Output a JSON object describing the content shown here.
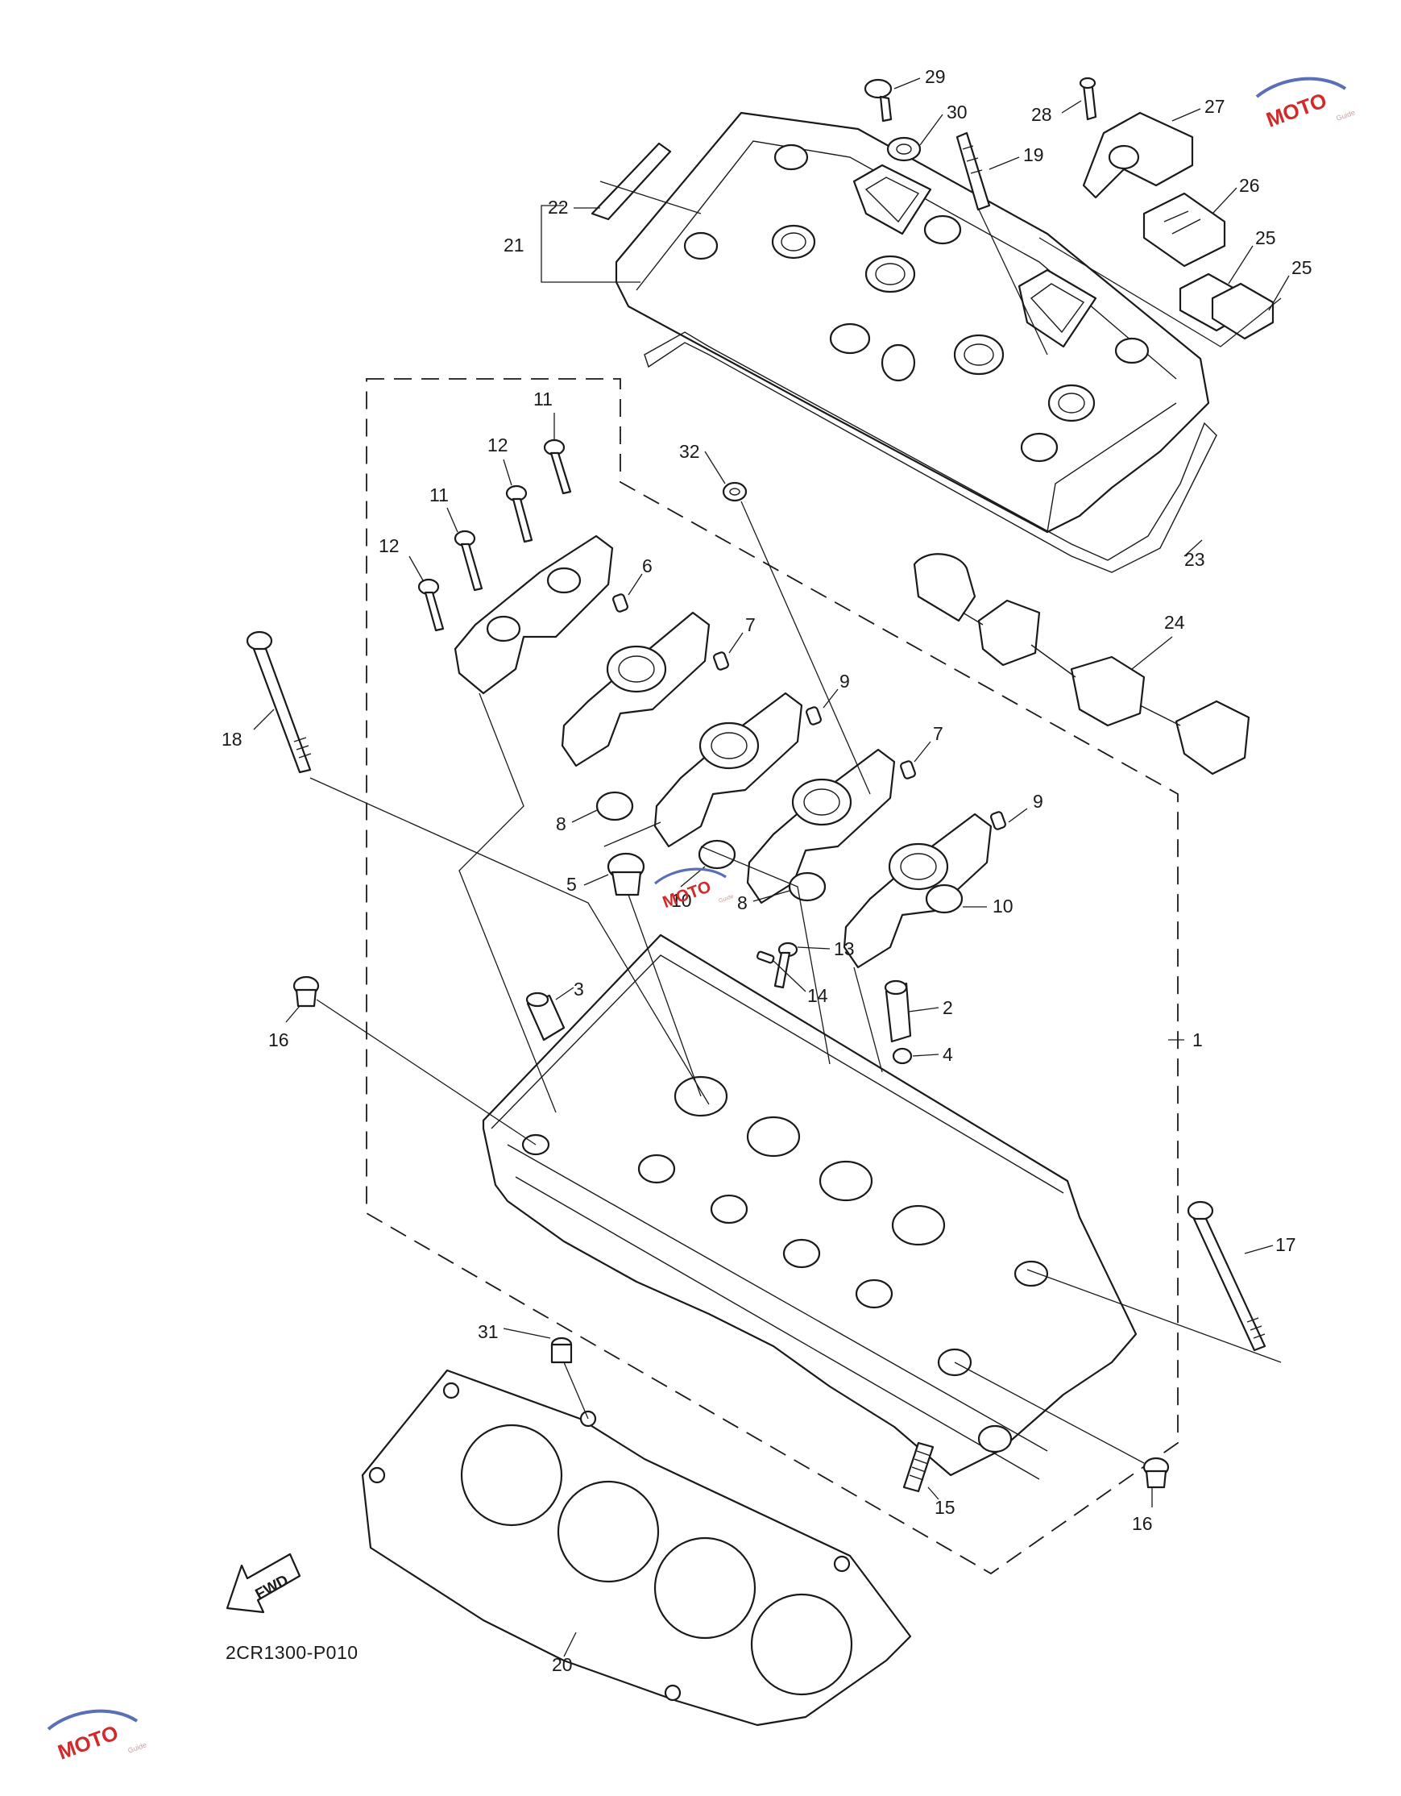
{
  "diagram_code": "2CR1300-P010",
  "fwd_label": "FWD",
  "watermark": {
    "text": "MOTO",
    "sub": "Guide",
    "color": "#d12a2a",
    "swoosh_color": "#5a6fb5"
  },
  "callouts": [
    {
      "id": "c1",
      "label": "1"
    },
    {
      "id": "c2",
      "label": "2"
    },
    {
      "id": "c3",
      "label": "3"
    },
    {
      "id": "c4",
      "label": "4"
    },
    {
      "id": "c5",
      "label": "5"
    },
    {
      "id": "c6",
      "label": "6"
    },
    {
      "id": "c7a",
      "label": "7"
    },
    {
      "id": "c7b",
      "label": "7"
    },
    {
      "id": "c8a",
      "label": "8"
    },
    {
      "id": "c8b",
      "label": "8"
    },
    {
      "id": "c9a",
      "label": "9"
    },
    {
      "id": "c9b",
      "label": "9"
    },
    {
      "id": "c10a",
      "label": "10"
    },
    {
      "id": "c10b",
      "label": "10"
    },
    {
      "id": "c11a",
      "label": "11"
    },
    {
      "id": "c11b",
      "label": "11"
    },
    {
      "id": "c12a",
      "label": "12"
    },
    {
      "id": "c12b",
      "label": "12"
    },
    {
      "id": "c13",
      "label": "13"
    },
    {
      "id": "c14",
      "label": "14"
    },
    {
      "id": "c15",
      "label": "15"
    },
    {
      "id": "c16a",
      "label": "16"
    },
    {
      "id": "c16b",
      "label": "16"
    },
    {
      "id": "c17",
      "label": "17"
    },
    {
      "id": "c18",
      "label": "18"
    },
    {
      "id": "c19",
      "label": "19"
    },
    {
      "id": "c20",
      "label": "20"
    },
    {
      "id": "c21",
      "label": "21"
    },
    {
      "id": "c22",
      "label": "22"
    },
    {
      "id": "c23",
      "label": "23"
    },
    {
      "id": "c24",
      "label": "24"
    },
    {
      "id": "c25a",
      "label": "25"
    },
    {
      "id": "c25b",
      "label": "25"
    },
    {
      "id": "c26",
      "label": "26"
    },
    {
      "id": "c27",
      "label": "27"
    },
    {
      "id": "c28",
      "label": "28"
    },
    {
      "id": "c29",
      "label": "29"
    },
    {
      "id": "c30",
      "label": "30"
    },
    {
      "id": "c31",
      "label": "31"
    },
    {
      "id": "c32",
      "label": "32"
    }
  ]
}
